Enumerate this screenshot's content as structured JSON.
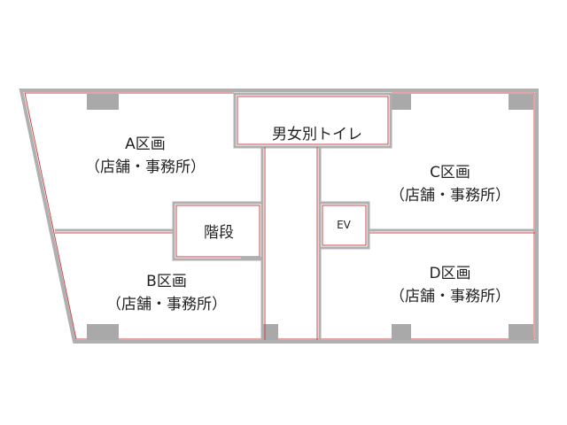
{
  "colors": {
    "wall_outer": "#b0b0b0",
    "wall_inner": "#c9474b",
    "column": "#a9a9a9",
    "text": "#222222"
  },
  "rooms": {
    "a": {
      "name": "A区画",
      "use": "（店舗・事務所）"
    },
    "b": {
      "name": "B区画",
      "use": "（店舗・事務所）"
    },
    "c": {
      "name": "C区画",
      "use": "（店舗・事務所）"
    },
    "d": {
      "name": "D区画",
      "use": "（店舗・事務所）"
    },
    "toilet": {
      "name": "男女別トイレ"
    },
    "stairs": {
      "name": "階段"
    },
    "elevator": {
      "name": "EV"
    }
  }
}
